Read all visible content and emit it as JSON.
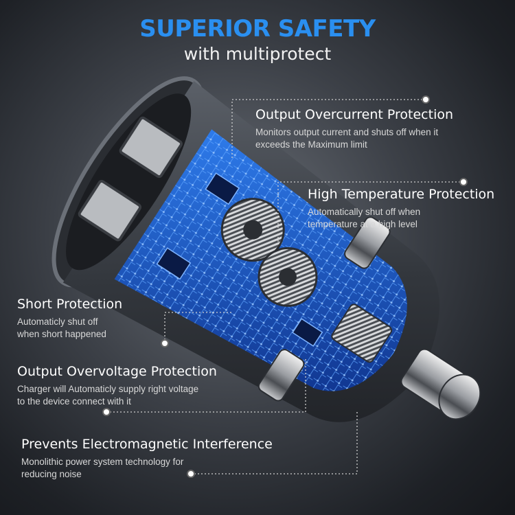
{
  "header": {
    "title": "SUPERIOR SAFETY",
    "subtitle": "with multiprotect"
  },
  "features": [
    {
      "title": "Output Overcurrent Protection",
      "desc": "Monitors output current and shuts off when it\nexceeds the Maximum limit"
    },
    {
      "title": "High Temperature Protection",
      "desc": "Automatically shut off when\ntemperature at a high level"
    },
    {
      "title": "Short Protection",
      "desc": "Automaticly shut off\nwhen short happened"
    },
    {
      "title": "Output Overvoltage Protection",
      "desc": "Charger will Automaticly supply right voltage\n to the device connect with it"
    },
    {
      "title": "Prevents Electromagnetic Interference",
      "desc": "Monolithic power system technology for\nreducing noise"
    }
  ],
  "colors": {
    "accent": "#2a8ff0",
    "circuit": "#1b5bd6",
    "background": "#3c4047"
  },
  "icons": {
    "callout_marker": "callout-dot-icon"
  }
}
